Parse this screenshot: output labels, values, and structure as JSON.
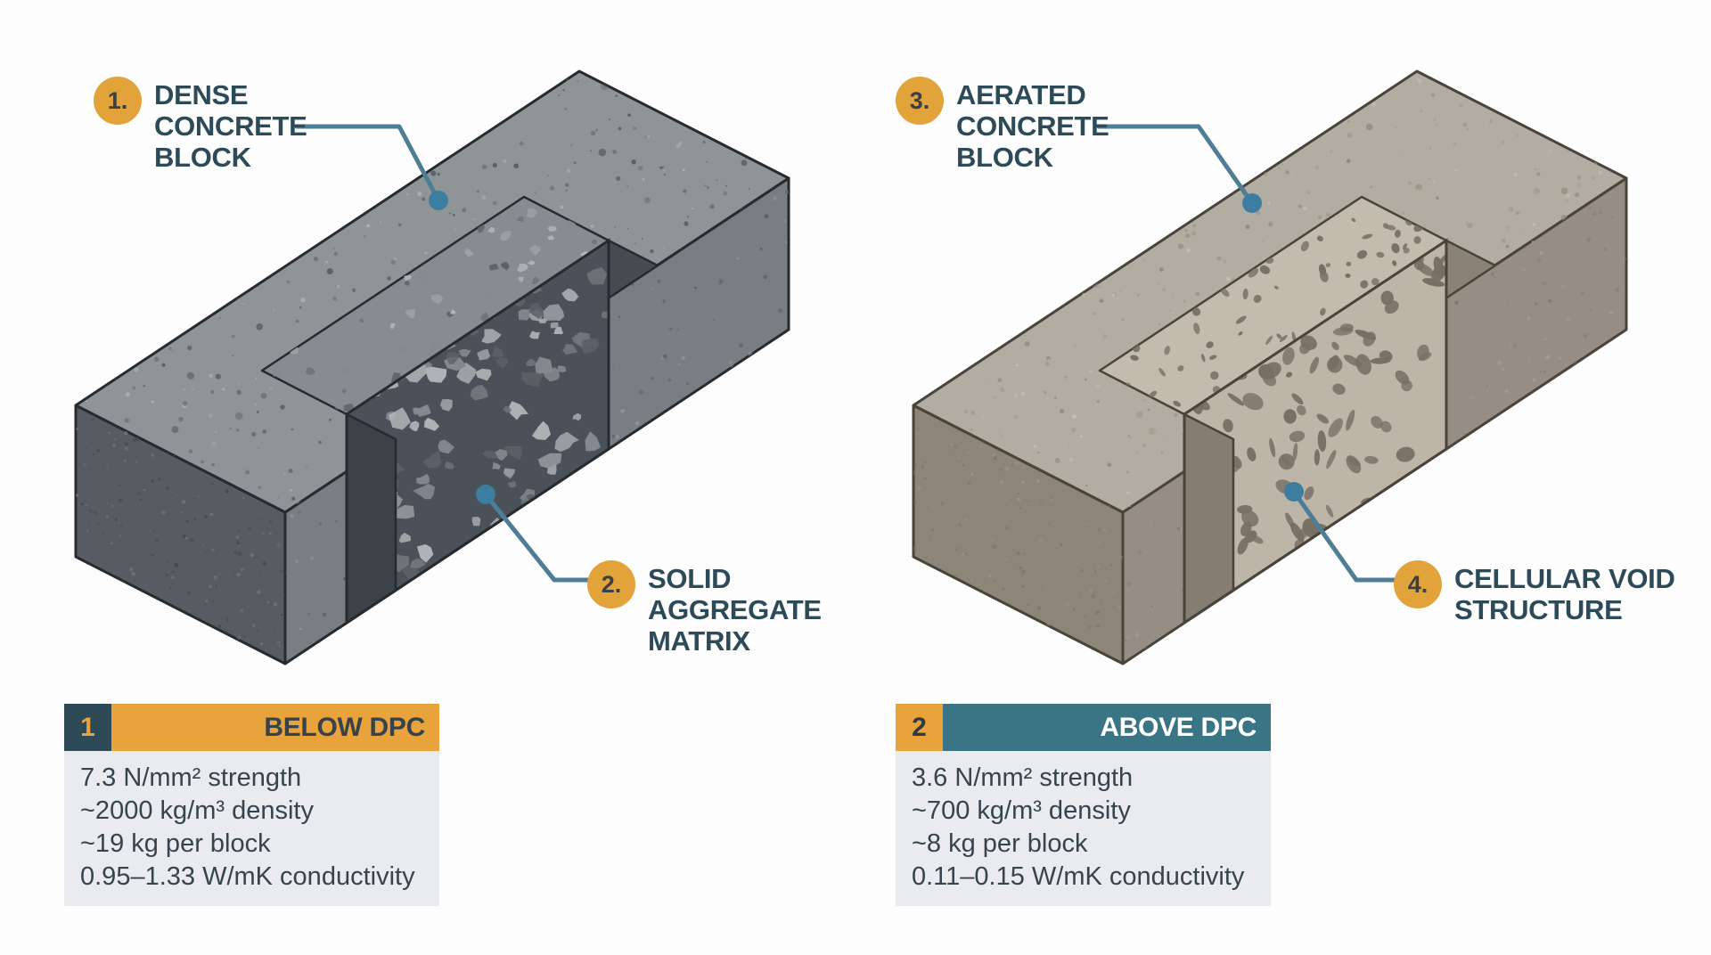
{
  "callouts": [
    {
      "number": "1.",
      "lines": [
        "DENSE",
        "CONCRETE",
        "BLOCK"
      ]
    },
    {
      "number": "2.",
      "lines": [
        "SOLID",
        "AGGREGATE",
        "MATRIX"
      ]
    },
    {
      "number": "3.",
      "lines": [
        "AERATED",
        "CONCRETE",
        "BLOCK"
      ]
    },
    {
      "number": "4.",
      "lines": [
        "CELLULAR VOID",
        "STRUCTURE"
      ]
    }
  ],
  "panels": [
    {
      "number": "1",
      "title": "BELOW DPC",
      "specs": [
        "7.3 N/mm² strength",
        "~2000 kg/m³ density",
        "~19 kg per block",
        "0.95–1.33 W/mK conductivity"
      ]
    },
    {
      "number": "2",
      "title": "ABOVE DPC",
      "specs": [
        "3.6 N/mm² strength",
        "~700 kg/m³ density",
        "~8 kg per block",
        "0.11–0.15 W/mK conductivity"
      ]
    }
  ],
  "colors": {
    "accent_orange": "#E2A33B",
    "badge_text": "#3A4046",
    "label_text": "#2D4A58",
    "leader_line": "#4E7D96",
    "leader_dot": "#3D7EA0",
    "panel_body_bg": "#E9EBEE",
    "panel_body_text": "#36454D",
    "panel1_header_bg": "#E8A33C",
    "panel1_number_bg": "#2E4A57",
    "panel1_number_text": "#E8A33C",
    "panel1_title_text": "#37424B",
    "panel2_header_bg": "#3A7585",
    "panel2_number_bg": "#E8A33C",
    "panel2_number_text": "#333B41",
    "panel2_title_text": "#FFFFFF"
  },
  "illustration": {
    "dense_block": {
      "top": "#8F9497",
      "front": "#797E83",
      "end": "#565C62",
      "core_bg": "#4A5158",
      "shelf_bg": "#868C90",
      "stone_palette": [
        "#9BA1A5",
        "#848B90",
        "#6E757B",
        "#B1B6B9",
        "#5B6167"
      ],
      "outline": "#262B30"
    },
    "aerated_block": {
      "top": "#B2ADA3",
      "front": "#968E84",
      "end": "#8D8579",
      "core_bg": "#BDB5A8",
      "shelf_bg": "#C3BBAE",
      "void_color": "#776F64",
      "outline": "#4A4339"
    }
  }
}
